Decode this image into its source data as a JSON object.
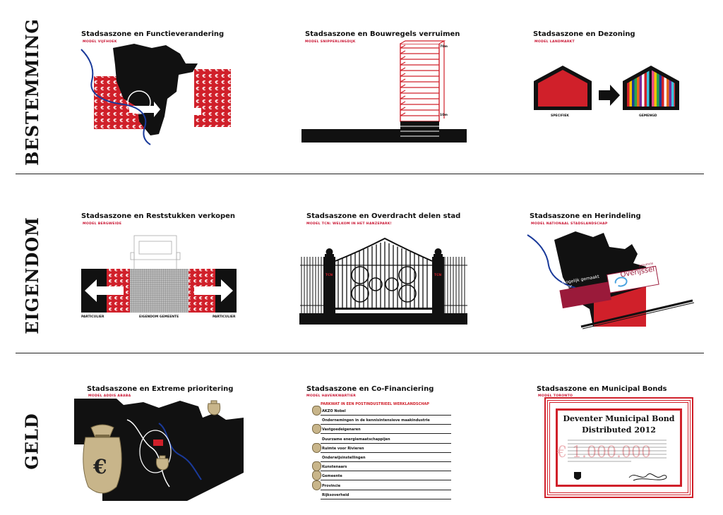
{
  "rows": {
    "bestemming": "BESTEMMING",
    "eigendom": "EIGENDOM",
    "geld": "GELD"
  },
  "panels": {
    "p1": {
      "title": "Stadsaszone en Functieverandering",
      "subtitle": "MODEL VIJFHOEK"
    },
    "p2": {
      "title": "Stadsaszone en Bouwregels verruimen",
      "subtitle": "MODEL SNIPPERLINGDIJK",
      "top_label": "70m",
      "bottom_label": "10m"
    },
    "p3": {
      "title": "Stadsaszone en Dezoning",
      "subtitle": "MODEL LANDMARKT",
      "left_label": "SPECIFIEK",
      "right_label": "GEMENGD"
    },
    "p4": {
      "title": "Stadsaszone en Reststukken verkopen",
      "subtitle": "MODEL BERGWEIDE",
      "left_label": "PARTICULIER",
      "center_label": "EIGENDOM GEMEENTE",
      "right_label": "PARTICULIER"
    },
    "p5": {
      "title": "Stadsaszone en Overdracht delen stad",
      "subtitle": "MODEL TCN: WELKOM IN HET HANZEPARK!",
      "pillar_label": "TCN"
    },
    "p6": {
      "title": "Stadsaszone en Herindeling",
      "subtitle": "MODEL NATIONAAL STADSLANDSCHAP",
      "sign_text_1": "mogelijk gemaakt",
      "sign_text_2": "door",
      "sign_small": "provincie",
      "sign_brand": "Overijssel"
    },
    "p7": {
      "title": "Stadsaszone en Extreme prioritering",
      "subtitle": "MODEL ADDIS ABABA",
      "bag_symbol": "€"
    },
    "p8": {
      "title": "Stadsaszone en Co-Financiering",
      "subtitle": "MODEL HAVENKWARTIER",
      "header": "PARKWAT IN EEN POSTINDUSTRIEEL WERKLANDSCHAP",
      "items": [
        "AKZO Nobel",
        "Ondernemingen in de kennisintensieve maakindustrie",
        "Vastgoedeigenaren",
        "Duurzame energiemaatschappijen",
        "Ruimte voor Rivieren",
        "Onderwijsinstellingen",
        "Kunstenaars",
        "Gemeente",
        "Provincie",
        "Rijksoverheid"
      ]
    },
    "p9": {
      "title": "Stadsaszone en Municipal Bonds",
      "subtitle": "MODEL TORONTO",
      "bond_title_1": "Deventer Municipal Bond",
      "bond_title_2": "Distributed 2012",
      "bond_amount": "€ 1.000.000"
    }
  },
  "colors": {
    "red": "#d0202a",
    "black": "#111111",
    "blue": "#1a3a9a",
    "paper": "#d8c7a0"
  }
}
